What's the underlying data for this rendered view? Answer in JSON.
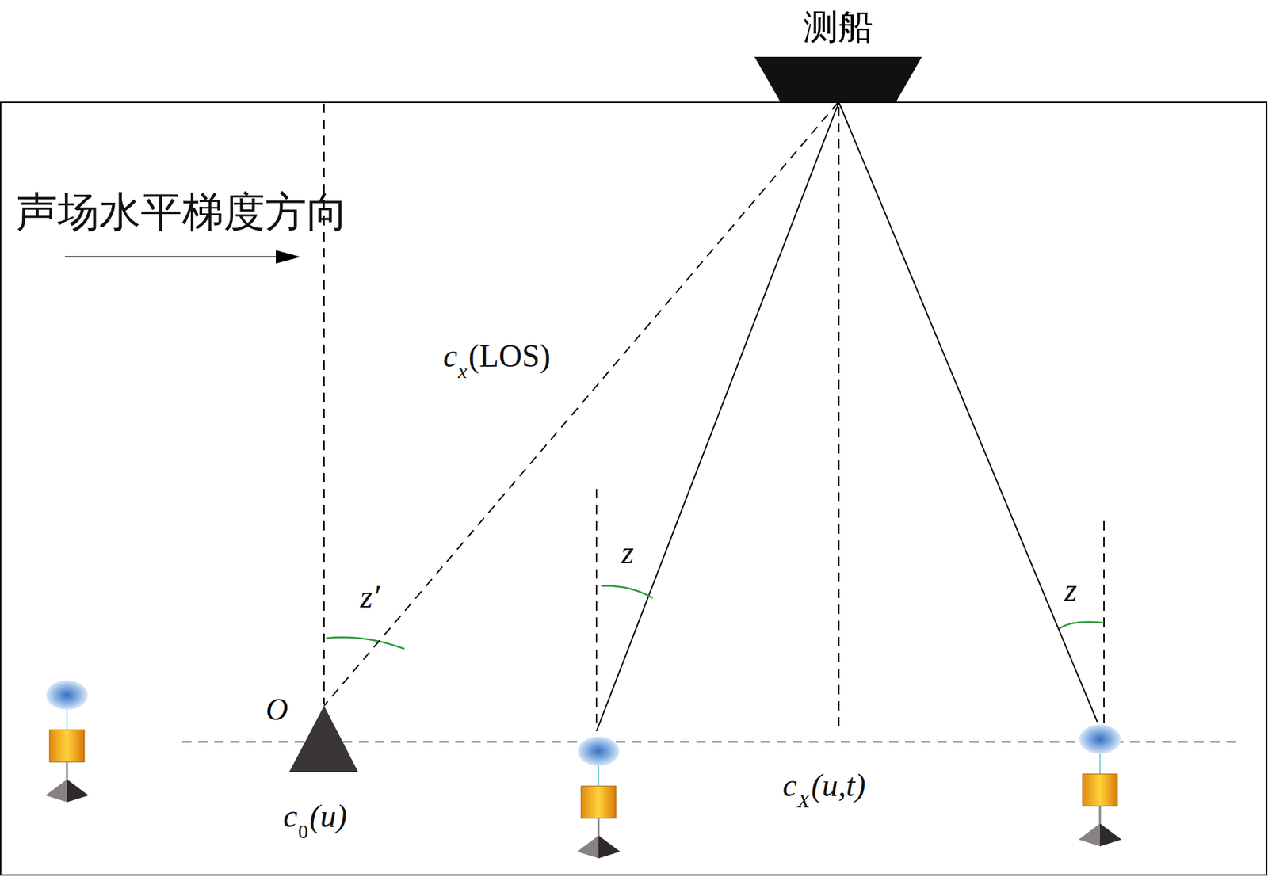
{
  "diagram": {
    "nodes": [
      {
        "text": [
          "测船"
        ]
      },
      {
        "text": [
          "O"
        ]
      }
    ],
    "edges": [
      {
        "from": 0,
        "to": 1,
        "arrow": "none"
      }
    ],
    "labels": [
      "声场水平梯度方向",
      "c",
      "x",
      "(LOS)",
      "z′",
      "z",
      "z",
      "c",
      "0",
      "(u)",
      "c",
      "X",
      "(u,t)"
    ]
  }
}
